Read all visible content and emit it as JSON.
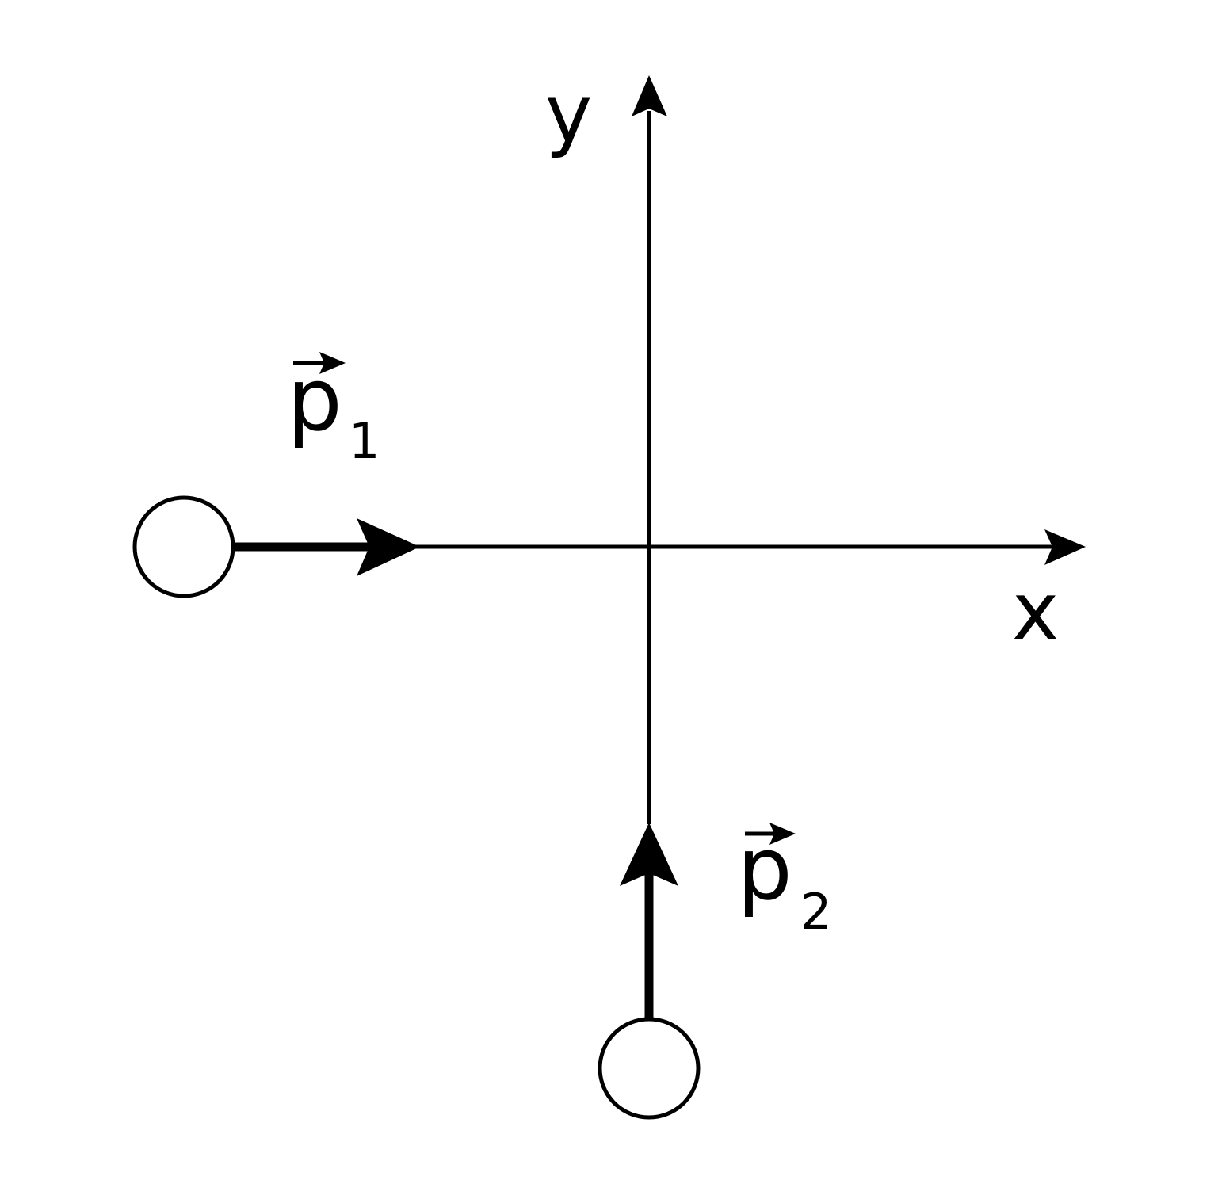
{
  "axes": {
    "x_label": "x",
    "y_label": "y"
  },
  "particles": [
    {
      "name": "particle-1",
      "momentum_symbol": "p",
      "momentum_subscript": "1",
      "direction": "+x"
    },
    {
      "name": "particle-2",
      "momentum_symbol": "p",
      "momentum_subscript": "2",
      "direction": "+y"
    }
  ],
  "colors": {
    "stroke": "#000000",
    "background": "#ffffff"
  }
}
